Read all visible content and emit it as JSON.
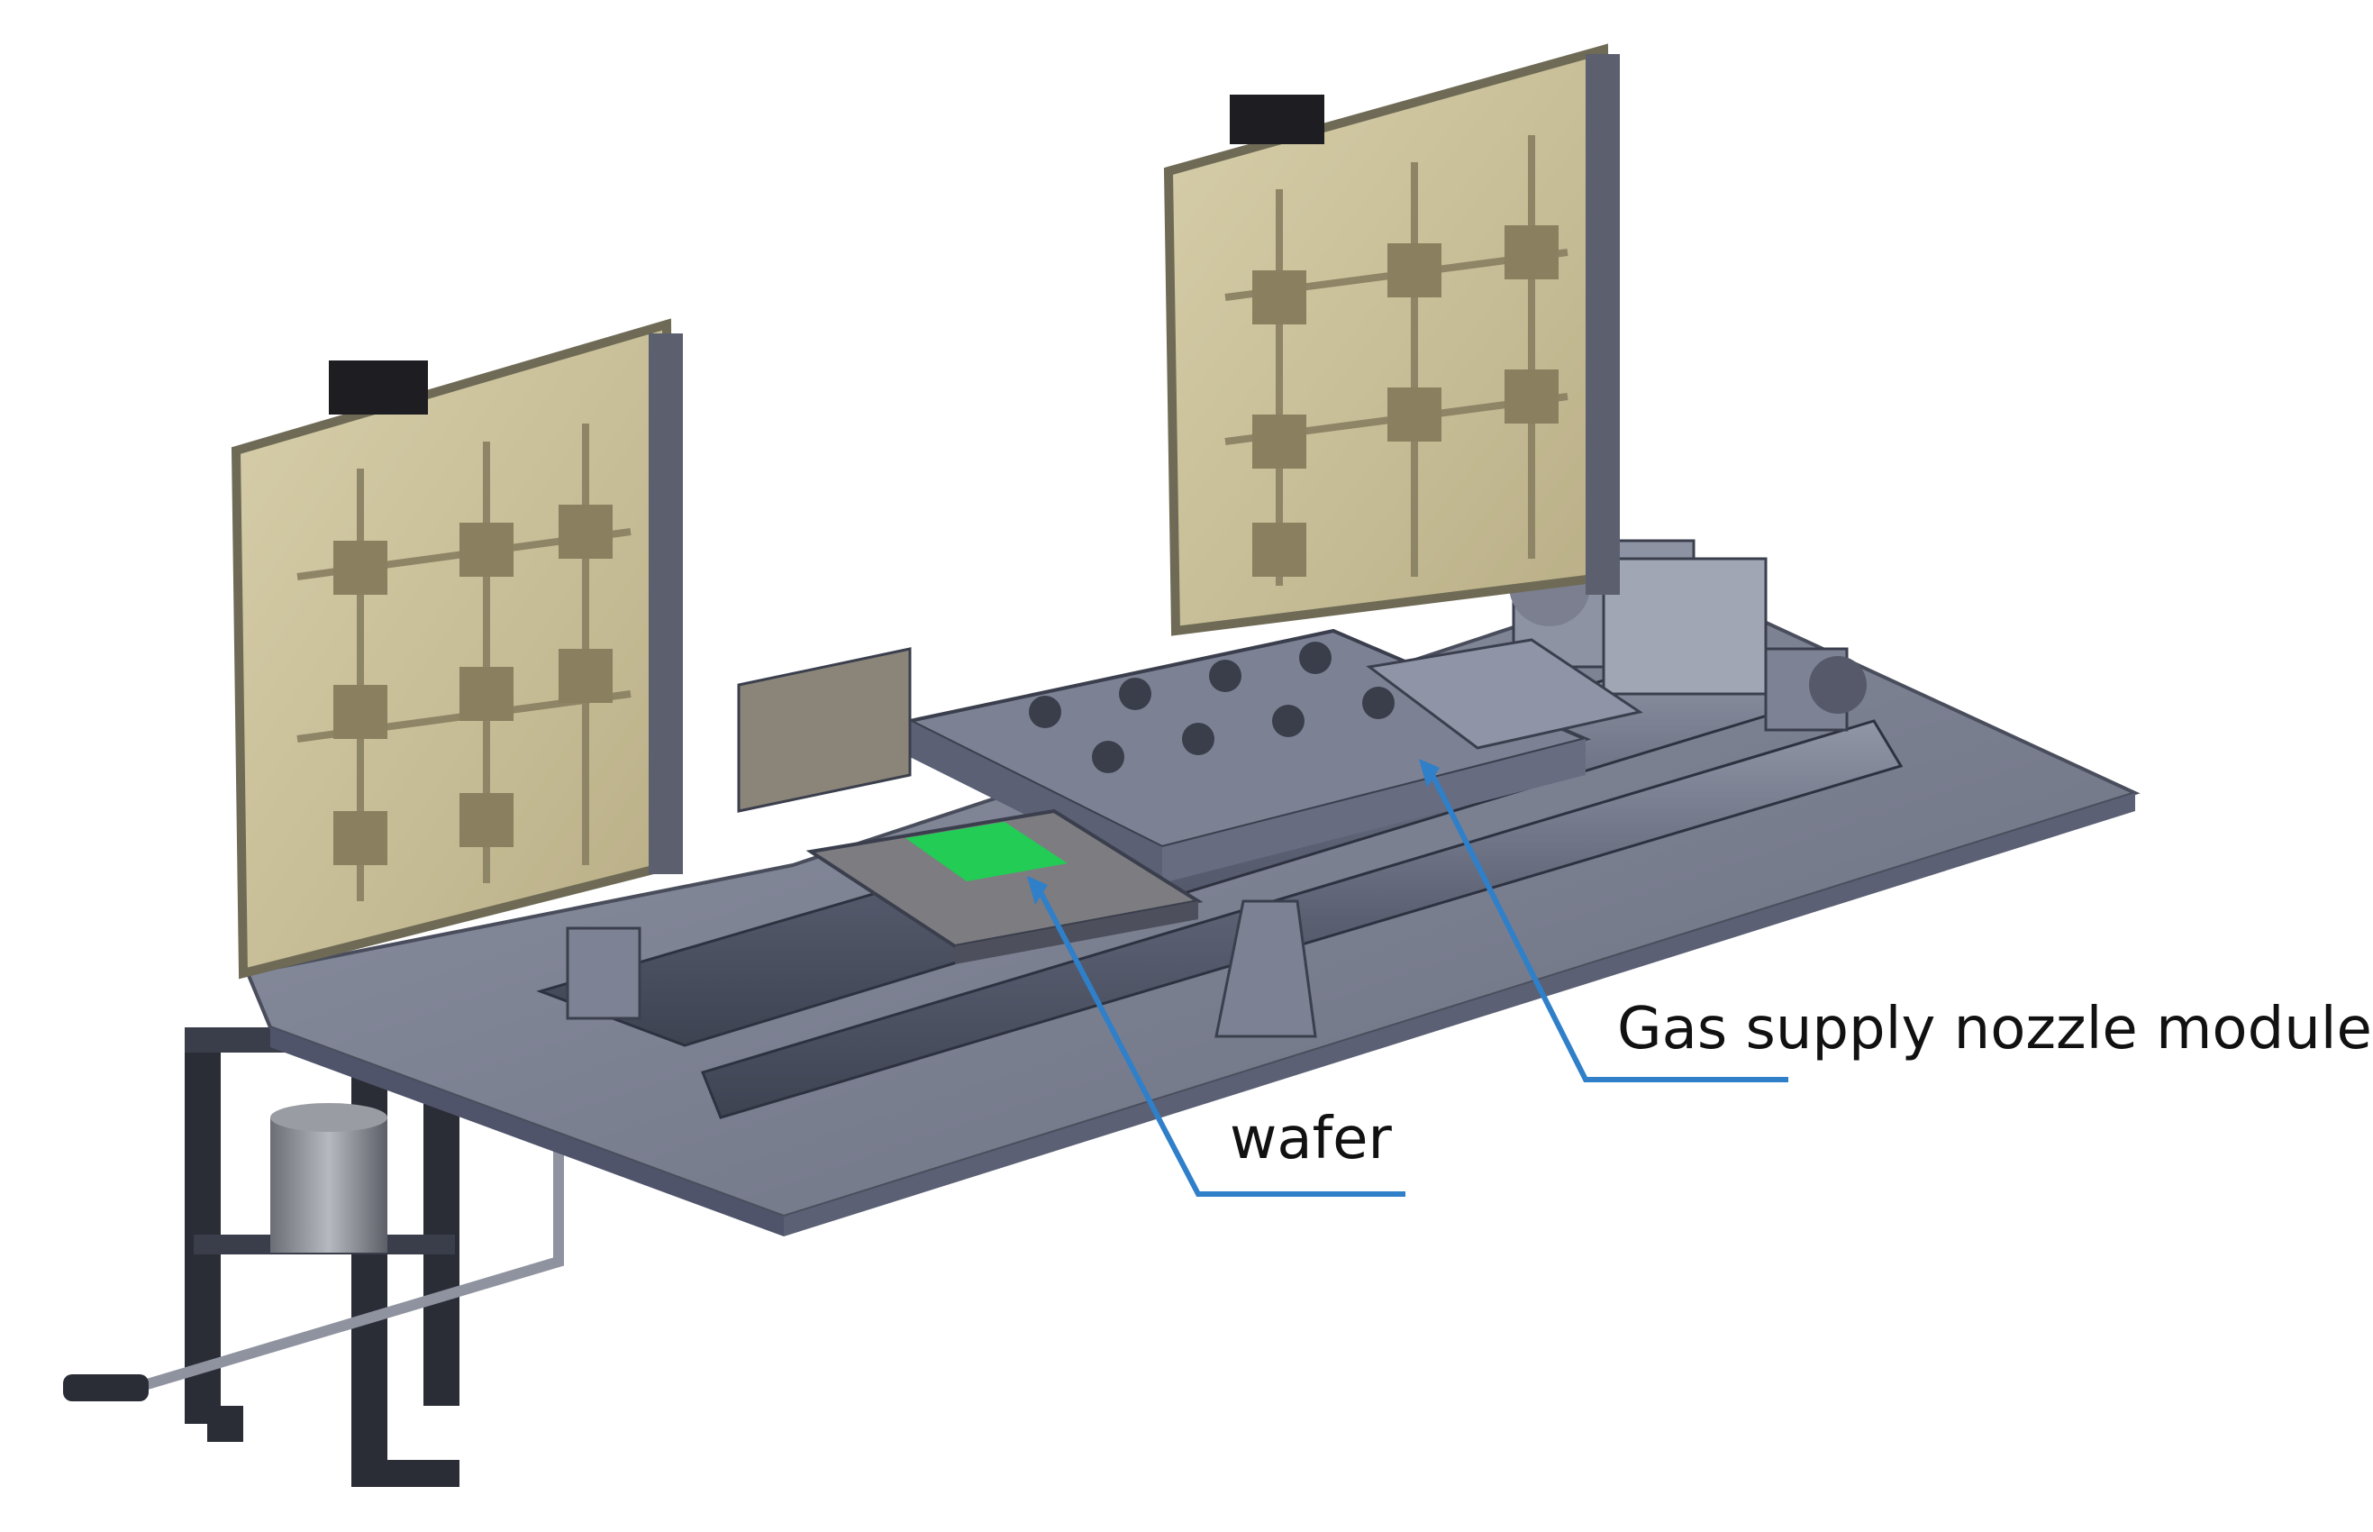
{
  "figure": {
    "callouts": [
      {
        "id": "gas",
        "label": "Gas supply nozzle module"
      },
      {
        "id": "wafer",
        "label": "wafer"
      }
    ],
    "colors": {
      "callout_line": "#2f7fc9",
      "wafer": "#22cc55",
      "panel": "#c9bf98",
      "panel_frame": "#6e6a55",
      "base_plate": "#7a7f92",
      "rail": "#4f5566",
      "frame_dark": "#2a2d36"
    }
  }
}
